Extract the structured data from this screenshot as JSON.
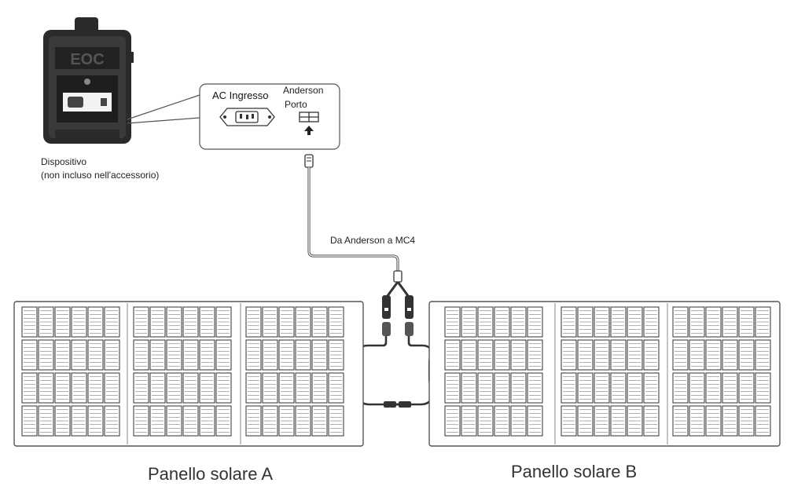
{
  "device": {
    "caption_line1": "Dispositivo",
    "caption_line2": "(non incluso nell'accessorio)"
  },
  "callout": {
    "ac_label": "AC Ingresso",
    "anderson_line1": "Anderson",
    "anderson_line2": "Porto"
  },
  "cable": {
    "label": "Da Anderson a MC4"
  },
  "panels": {
    "a_label": "Panello solare  A",
    "b_label": "Panello solare B"
  },
  "colors": {
    "line": "#555555",
    "cell": "#444444",
    "device_body": "#2a2a2a"
  }
}
